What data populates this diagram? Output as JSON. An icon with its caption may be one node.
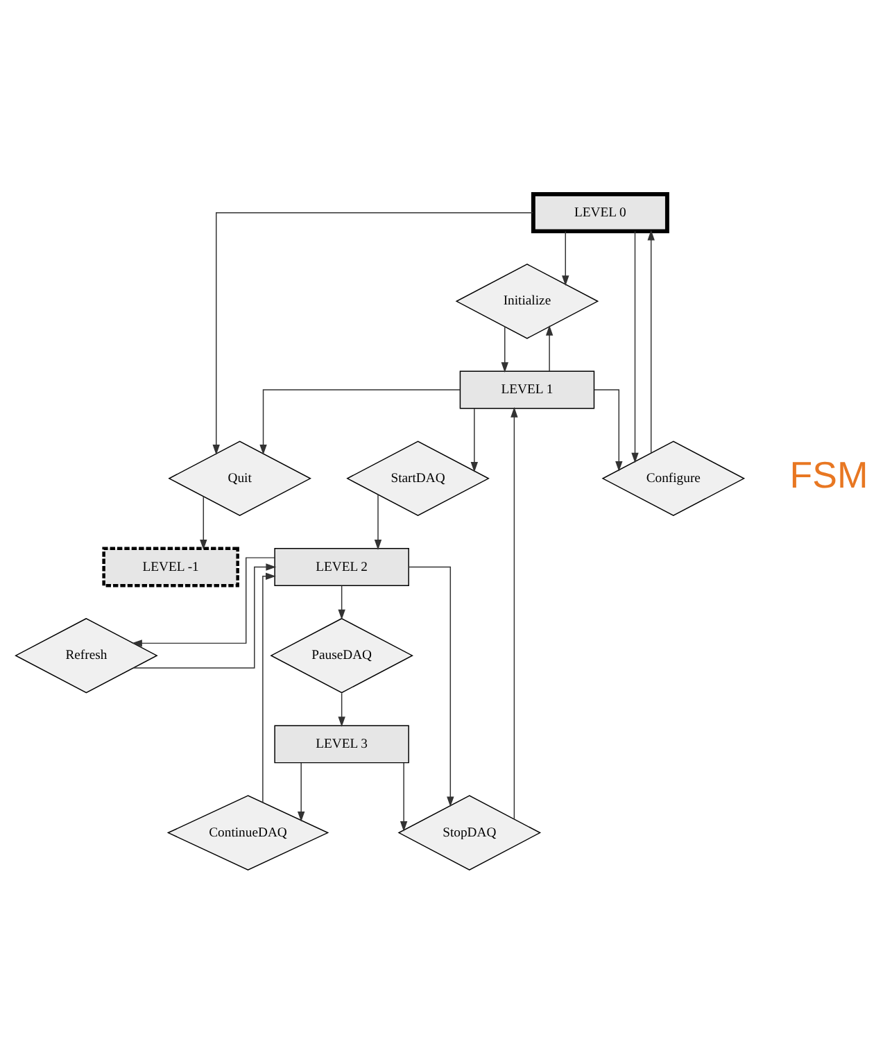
{
  "diagram": {
    "nodes": [
      {
        "text": [
          "LEVEL 0"
        ]
      },
      {
        "text": [
          "Quit"
        ]
      },
      {
        "text": [
          "Initialize"
        ]
      },
      {
        "text": [
          "LEVEL -1"
        ]
      },
      {
        "text": [
          "LEVEL 1"
        ]
      },
      {
        "text": [
          "Configure"
        ]
      },
      {
        "text": [
          "StartDAQ"
        ]
      },
      {
        "text": [
          "LEVEL 2"
        ]
      },
      {
        "text": [
          "PauseDAQ"
        ]
      },
      {
        "text": [
          "Refresh"
        ]
      },
      {
        "text": [
          "LEVEL 3"
        ]
      },
      {
        "text": [
          "ContinueDAQ"
        ]
      },
      {
        "text": [
          "StopDAQ"
        ]
      }
    ],
    "edges": [
      {
        "from": 0,
        "to": 1,
        "arrow": "to"
      },
      {
        "from": 1,
        "to": 3,
        "arrow": "to"
      },
      {
        "from": 0,
        "to": 2,
        "arrow": "to"
      },
      {
        "from": 4,
        "to": 2,
        "arrow": "to"
      },
      {
        "from": 2,
        "to": 4,
        "arrow": "to"
      },
      {
        "from": 4,
        "to": 1,
        "arrow": "to"
      },
      {
        "from": 0,
        "to": 5,
        "arrow": "to"
      },
      {
        "from": 4,
        "to": 5,
        "arrow": "to"
      },
      {
        "from": 5,
        "to": 0,
        "arrow": "to"
      },
      {
        "from": 4,
        "to": 6,
        "arrow": "to"
      },
      {
        "from": 6,
        "to": 7,
        "arrow": "to"
      },
      {
        "from": 11,
        "to": 7,
        "arrow": "to"
      },
      {
        "from": 7,
        "to": 8,
        "arrow": "to"
      },
      {
        "from": 7,
        "to": 9,
        "arrow": "to"
      },
      {
        "from": 7,
        "to": 12,
        "arrow": "to"
      },
      {
        "from": 9,
        "to": 7,
        "arrow": "to"
      },
      {
        "from": 8,
        "to": 10,
        "arrow": "to"
      },
      {
        "from": 10,
        "to": 11,
        "arrow": "to"
      },
      {
        "from": 10,
        "to": 12,
        "arrow": "to"
      },
      {
        "from": 12,
        "to": 4,
        "arrow": "to"
      }
    ],
    "labels": [
      "FSM"
    ]
  }
}
